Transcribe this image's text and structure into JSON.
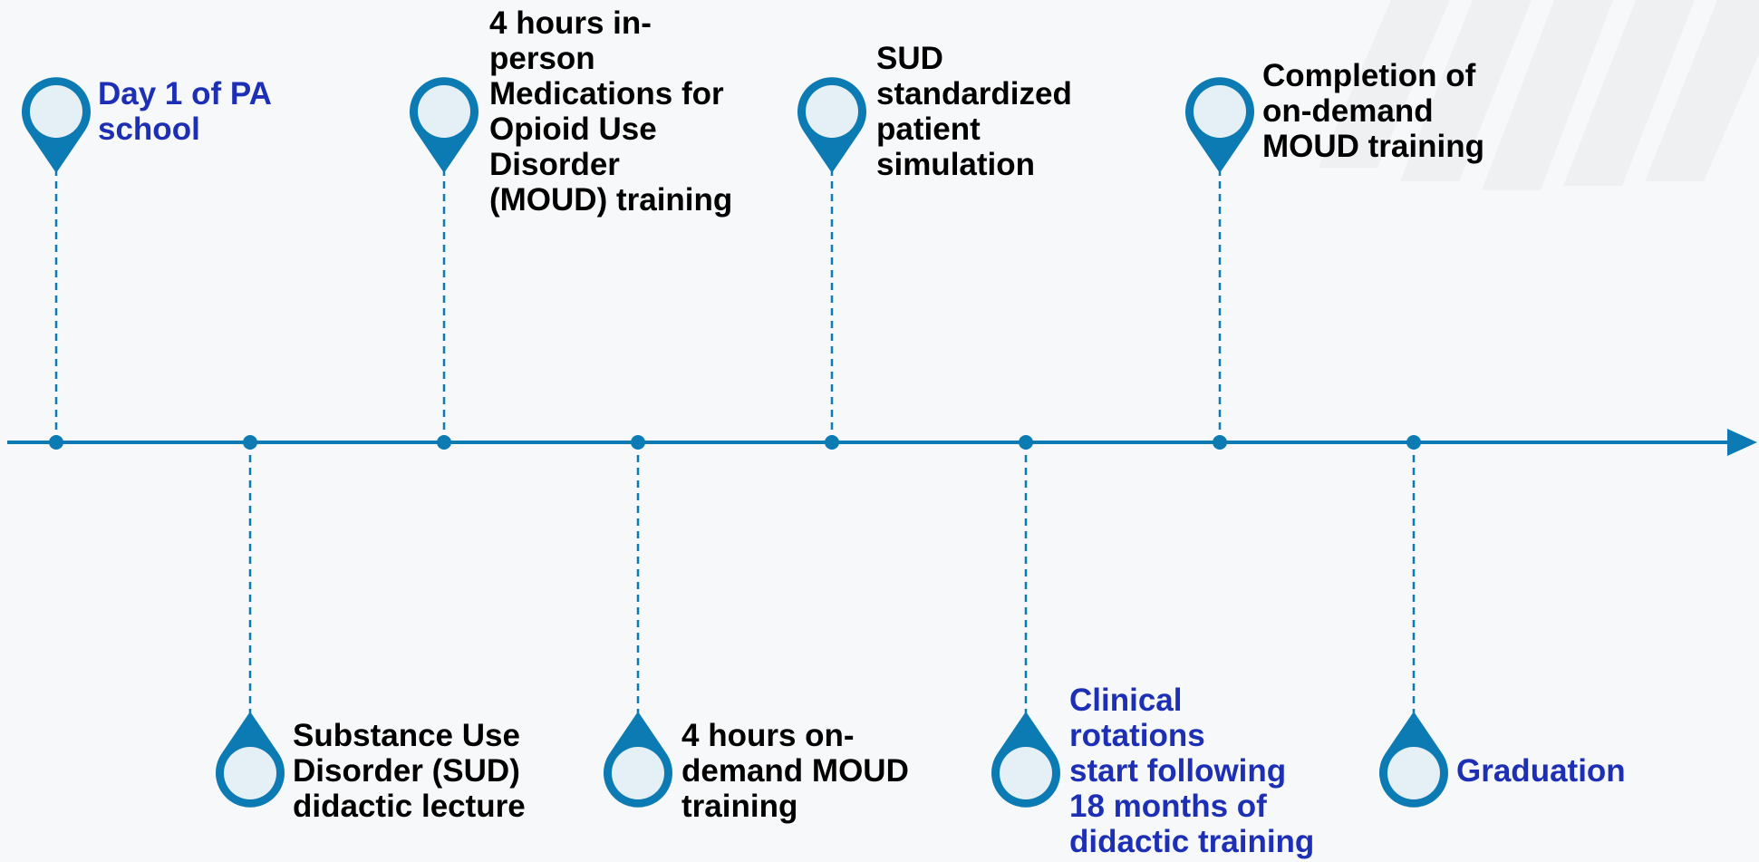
{
  "colors": {
    "timeline": "#0c7bb4",
    "pin_inner": "#e5eff6",
    "highlight_text": "#1c2fb5",
    "default_text": "#000000",
    "background": "#f7f8f9"
  },
  "events": [
    {
      "id": "day-1",
      "text": "Day 1 of PA\nschool",
      "position": "above",
      "highlight": true,
      "order": 1
    },
    {
      "id": "sud-lecture",
      "text": "Substance Use\nDisorder (SUD)\ndidactic lecture",
      "position": "below",
      "highlight": false,
      "order": 2
    },
    {
      "id": "moud-inperson",
      "text": "4 hours in-\nperson\nMedications for\nOpioid Use\nDisorder\n(MOUD) training",
      "position": "above",
      "highlight": false,
      "order": 3
    },
    {
      "id": "moud-ondemand",
      "text": "4 hours on-\ndemand MOUD\ntraining",
      "position": "below",
      "highlight": false,
      "order": 4
    },
    {
      "id": "sud-simulation",
      "text": "SUD\nstandardized\npatient\nsimulation",
      "position": "above",
      "highlight": false,
      "order": 5
    },
    {
      "id": "clinical-rotations",
      "text": "Clinical\nrotations\nstart following\n18 months of\ndidactic training",
      "position": "below",
      "highlight": true,
      "order": 6
    },
    {
      "id": "moud-completion",
      "text": "Completion of\non-demand\nMOUD training",
      "position": "above",
      "highlight": false,
      "order": 7
    },
    {
      "id": "graduation",
      "text": "Graduation",
      "position": "below",
      "highlight": true,
      "order": 8
    }
  ]
}
